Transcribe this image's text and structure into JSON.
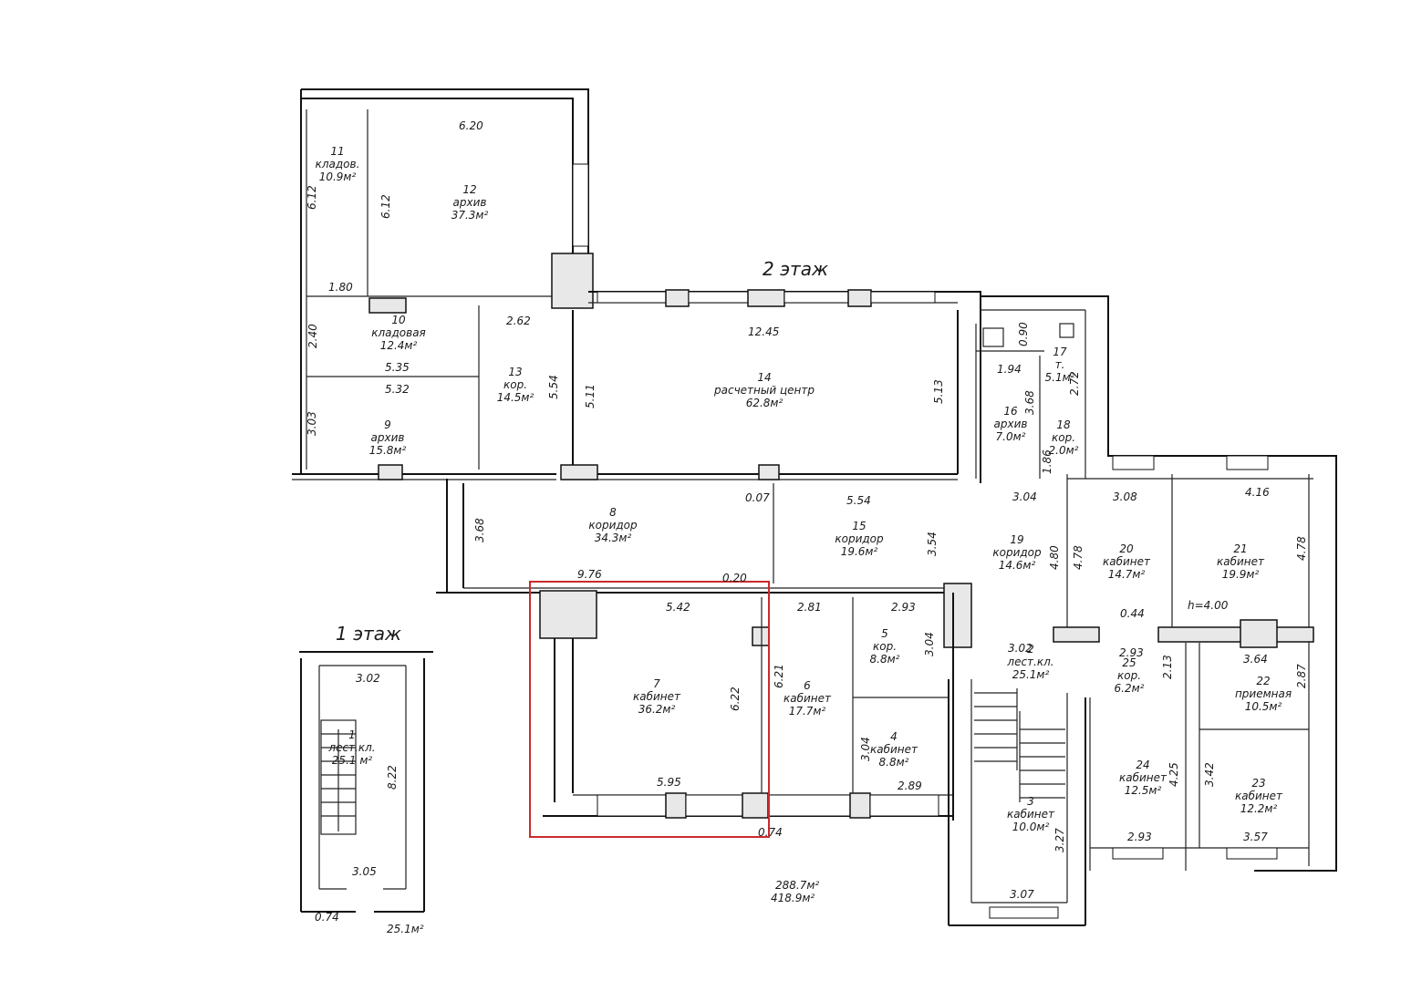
{
  "floor_titles": {
    "second": "2 этаж",
    "first": "1 этаж"
  },
  "rooms": [
    {
      "id": "r11",
      "lines": [
        "11",
        "кладов.",
        "10.9м²"
      ]
    },
    {
      "id": "r12",
      "lines": [
        "12",
        "архив",
        "37.3м²"
      ]
    },
    {
      "id": "r10",
      "lines": [
        "10",
        "кладовая",
        "12.4м²"
      ]
    },
    {
      "id": "r9",
      "lines": [
        "9",
        "архив",
        "15.8м²"
      ]
    },
    {
      "id": "r13",
      "lines": [
        "13",
        "кор.",
        "14.5м²"
      ]
    },
    {
      "id": "r14",
      "lines": [
        "14",
        "расчетный центр",
        "62.8м²"
      ]
    },
    {
      "id": "r16",
      "lines": [
        "16",
        "архив",
        "7.0м²"
      ]
    },
    {
      "id": "r17",
      "lines": [
        "17",
        "т.",
        "5.1м²"
      ]
    },
    {
      "id": "r18",
      "lines": [
        "18",
        "кор.",
        "2.0м²"
      ]
    },
    {
      "id": "r8",
      "lines": [
        "8",
        "коридор",
        "34.3м²"
      ]
    },
    {
      "id": "r15",
      "lines": [
        "15",
        "коридор",
        "19.6м²"
      ]
    },
    {
      "id": "r19",
      "lines": [
        "19",
        "коридор",
        "14.6м²"
      ]
    },
    {
      "id": "r20",
      "lines": [
        "20",
        "кабинет",
        "14.7м²"
      ]
    },
    {
      "id": "r21",
      "lines": [
        "21",
        "кабинет",
        "19.9м²"
      ]
    },
    {
      "id": "r7",
      "lines": [
        "7",
        "кабинет",
        "36.2м²"
      ]
    },
    {
      "id": "r6",
      "lines": [
        "6",
        "кабинет",
        "17.7м²"
      ]
    },
    {
      "id": "r5",
      "lines": [
        "5",
        "кор.",
        "8.8м²"
      ]
    },
    {
      "id": "r4",
      "lines": [
        "4",
        "кабинет",
        "8.8м²"
      ]
    },
    {
      "id": "r2",
      "lines": [
        "2",
        "лест.кл.",
        "25.1м²"
      ]
    },
    {
      "id": "r25",
      "lines": [
        "25",
        "кор.",
        "6.2м²"
      ]
    },
    {
      "id": "r22",
      "lines": [
        "22",
        "приемная",
        "10.5м²"
      ]
    },
    {
      "id": "r24",
      "lines": [
        "24",
        "кабинет",
        "12.5м²"
      ]
    },
    {
      "id": "r23",
      "lines": [
        "23",
        "кабинет",
        "12.2м²"
      ]
    },
    {
      "id": "r3",
      "lines": [
        "3",
        "кабинет",
        "10.0м²"
      ]
    },
    {
      "id": "r1",
      "lines": [
        "1",
        "лест.кл.",
        "25.1 м²"
      ]
    }
  ],
  "dimensions": [
    "6.20",
    "6.12",
    "6.12",
    "1.80",
    "2.40",
    "2.62",
    "5.35",
    "5.32",
    "3.03",
    "5.54",
    "5.11",
    "12.45",
    "5.13",
    "0.90",
    "1.94",
    "3.68",
    "2.72",
    "1.86",
    "3.04",
    "3.68",
    "0.07",
    "5.54",
    "3.54",
    "9.76",
    "0.20",
    "5.42",
    "2.81",
    "2.93",
    "3.04",
    "3.02",
    "4.80",
    "4.78",
    "3.08",
    "4.16",
    "4.78",
    "0.44",
    "2.93",
    "2.13",
    "3.64",
    "2.87",
    "6.21",
    "6.22",
    "3.04",
    "5.95",
    "2.89",
    "0.74",
    "4.25",
    "3.42",
    "2.93",
    "3.57",
    "3.27",
    "3.07",
    "3.02",
    "8.22",
    "3.05",
    "0.74",
    "25.1м²"
  ],
  "notes": {
    "height": "h=4.00",
    "total_1": "288.7м²",
    "total_2": "418.9м²"
  },
  "highlight_color": "#cc2a2a"
}
